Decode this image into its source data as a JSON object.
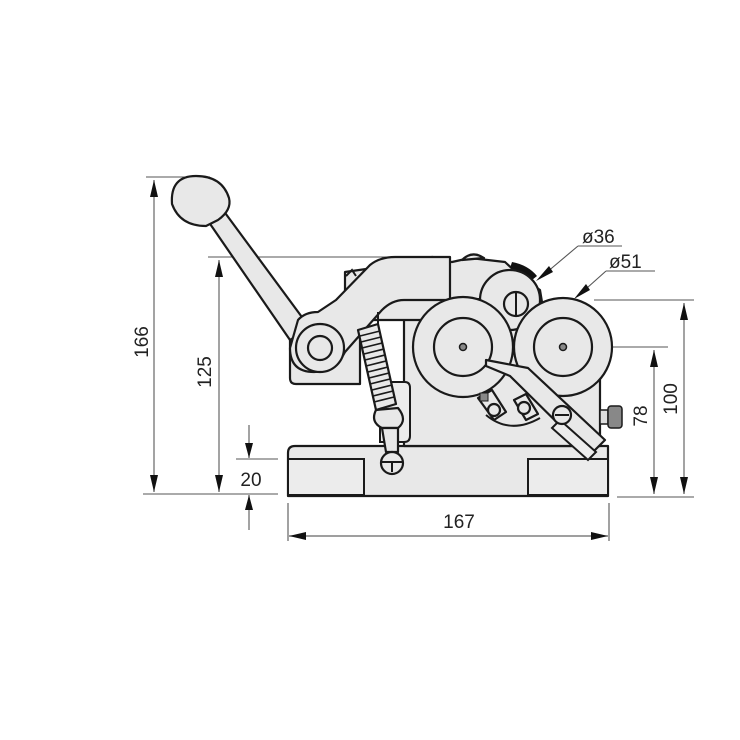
{
  "diagram": {
    "title": "Manual spring coiling machine - dimensional drawing",
    "units": "mm",
    "colors": {
      "line": "#1a1a1a",
      "fill": "#e8e8e8",
      "dimension_line": "#666666",
      "text": "#222222",
      "background": "#ffffff"
    },
    "dimensions": {
      "overall_height": "166",
      "body_height": "125",
      "base_height": "20",
      "base_width": "167",
      "roller_center_height": "78",
      "roller_top_height": "100",
      "small_roller_diameter": "ø36",
      "large_roller_diameter": "ø51"
    },
    "components": [
      "handle-knob",
      "handle-lever",
      "pivot-arm",
      "tension-spring",
      "ball-joint",
      "upper-roller-36",
      "left-roller-51",
      "right-roller-51",
      "guide-blade",
      "adjust-screws",
      "side-knob",
      "base-plate"
    ]
  }
}
